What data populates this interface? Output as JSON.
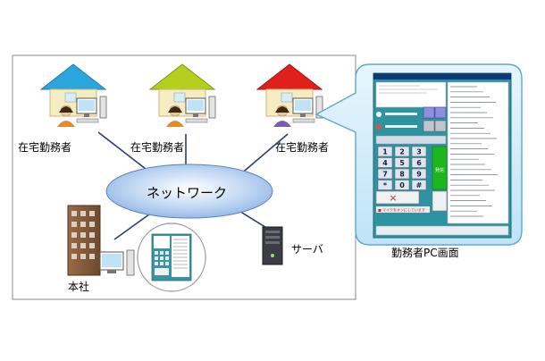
{
  "network": {
    "label": "ネットワーク"
  },
  "nodes": {
    "home_workers": [
      {
        "label": "在宅勤務者",
        "roof_color": "#2aa6dc"
      },
      {
        "label": "在宅勤務者",
        "roof_color": "#b5cf1e"
      },
      {
        "label": "在宅勤務者",
        "roof_color": "#e0201b"
      }
    ],
    "headquarters": {
      "label": "本社"
    },
    "server": {
      "label": "サーバ"
    }
  },
  "callout": {
    "caption": "勤務者PC画面"
  },
  "softphone": {
    "keypad": [
      "1",
      "2",
      "3",
      "4",
      "5",
      "6",
      "7",
      "8",
      "9",
      "*",
      "0",
      "#"
    ],
    "end_button": "×",
    "green_button": "発信",
    "status_bar": "■ マイクをオンにしています",
    "colors": {
      "panel": "#2e93a0",
      "screen": "#ffffff",
      "key": "#dfe6ef",
      "green": "#1fb51f",
      "red": "#d02828"
    }
  }
}
